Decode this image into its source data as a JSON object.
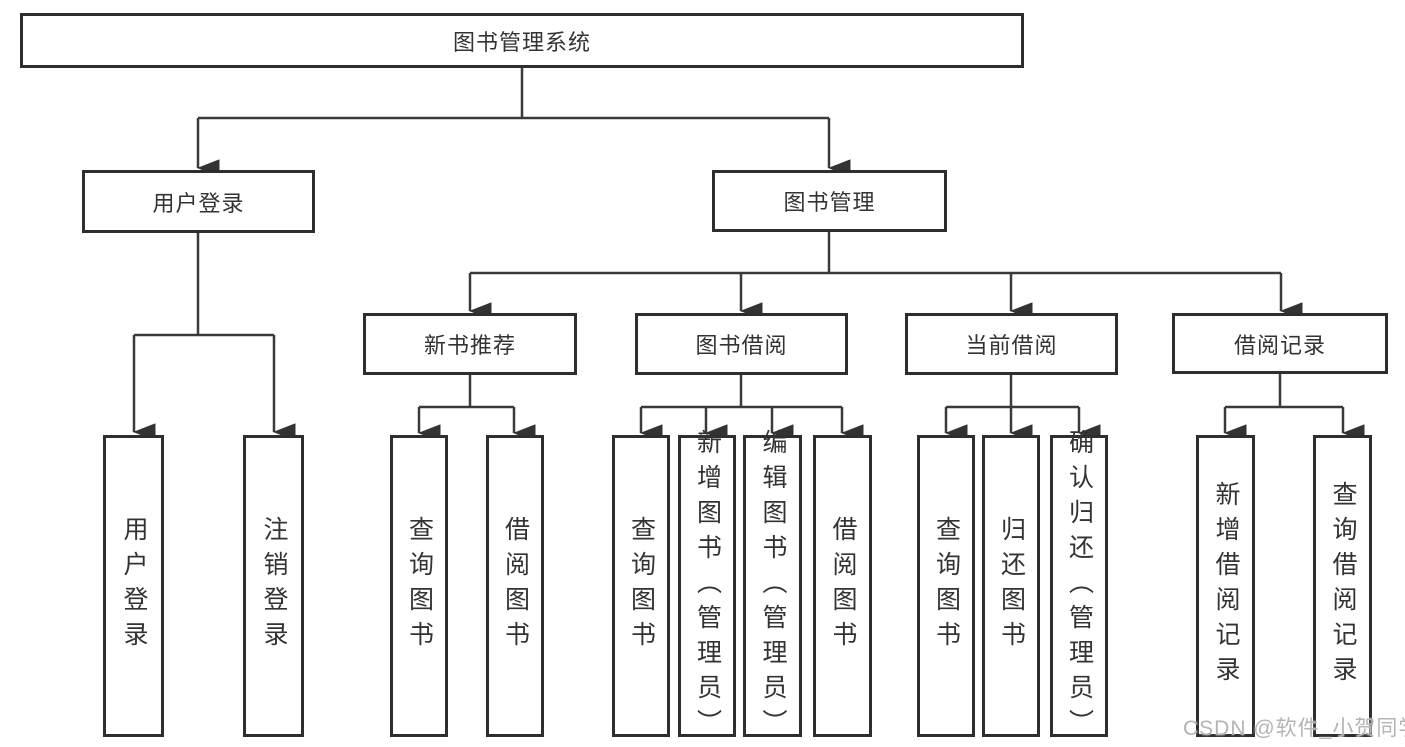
{
  "diagram": {
    "root": {
      "label": "图书管理系统"
    },
    "branches": [
      {
        "label": "用户登录",
        "leaves": [
          {
            "label": "用户登录"
          },
          {
            "label": "注销登录"
          }
        ]
      },
      {
        "label": "图书管理",
        "children": [
          {
            "label": "新书推荐",
            "leaves": [
              {
                "label": "查询图书"
              },
              {
                "label": "借阅图书"
              }
            ]
          },
          {
            "label": "图书借阅",
            "leaves": [
              {
                "label": "查询图书"
              },
              {
                "label": "新增图书（管理员）"
              },
              {
                "label": "编辑图书（管理员）"
              },
              {
                "label": "借阅图书"
              }
            ]
          },
          {
            "label": "当前借阅",
            "leaves": [
              {
                "label": "查询图书"
              },
              {
                "label": "归还图书"
              },
              {
                "label": "确认归还（管理员）"
              }
            ]
          },
          {
            "label": "借阅记录",
            "leaves": [
              {
                "label": "新增借阅记录"
              },
              {
                "label": "查询借阅记录"
              }
            ]
          }
        ]
      }
    ]
  },
  "watermark": {
    "text": "CSDN @软件_小贺同学"
  },
  "colors": {
    "line": "#3a3a3a",
    "border": "#2e2e2e",
    "text": "#333333",
    "watermark": "#b4b4b4",
    "background": "#ffffff"
  }
}
